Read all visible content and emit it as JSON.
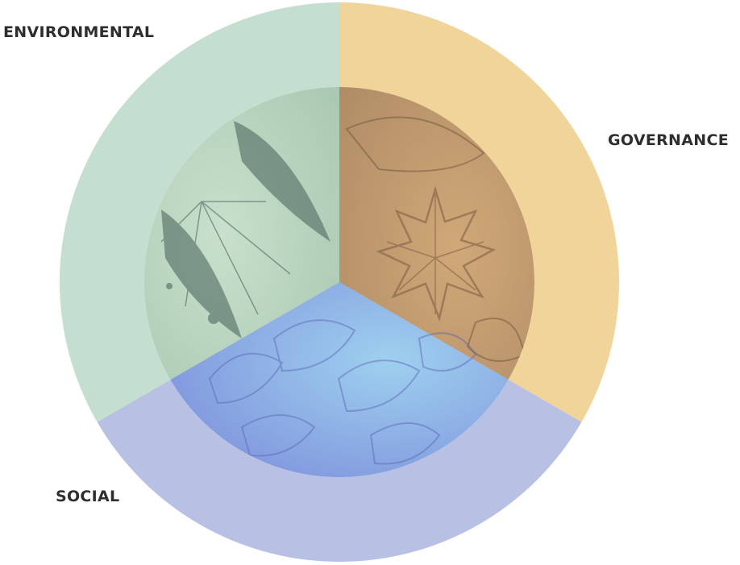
{
  "segments": [
    {
      "key": "governance",
      "label": "GOVERNANCE",
      "outer_color": "#f0d49a",
      "inner_color": "#b08c66",
      "inner_highlight": "#d0a878",
      "vein_color": "#7a5a40",
      "image_motif": "maple-leaf-photo"
    },
    {
      "key": "social",
      "label": "SOCIAL",
      "outer_color": "#b8c1e4",
      "inner_color": "#7d8fdb",
      "inner_highlight": "#9ed0ef",
      "vein_color": "#5a63b4",
      "image_motif": "flower-petals-photo"
    },
    {
      "key": "environmental",
      "label": "ENVIRONMENTAL",
      "outer_color": "#c4dfcf",
      "inner_color": "#a8c7b0",
      "inner_highlight": "#c8e0cc",
      "vein_color": "#4e6a62",
      "image_motif": "variegated-leaf-photo"
    }
  ]
}
